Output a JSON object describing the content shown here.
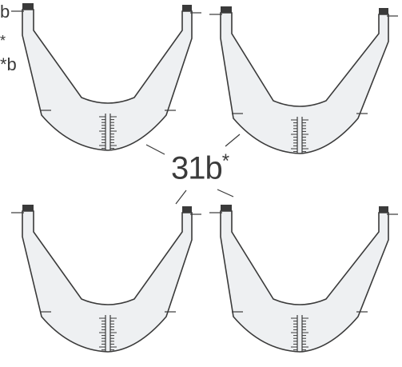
{
  "figure": {
    "label": "31b",
    "label_mark": "*",
    "edge_fragments": [
      "b",
      "*",
      "*b"
    ]
  },
  "colors": {
    "ink": "#3a3a3a",
    "fill": "#eef0f2",
    "background": "#ffffff"
  },
  "yokes": [
    {
      "id": "top-left",
      "variant": "left-tilt"
    },
    {
      "id": "top-right",
      "variant": "right-tilt"
    },
    {
      "id": "bottom-left",
      "variant": "left-tilt"
    },
    {
      "id": "bottom-right",
      "variant": "right-tilt"
    }
  ]
}
